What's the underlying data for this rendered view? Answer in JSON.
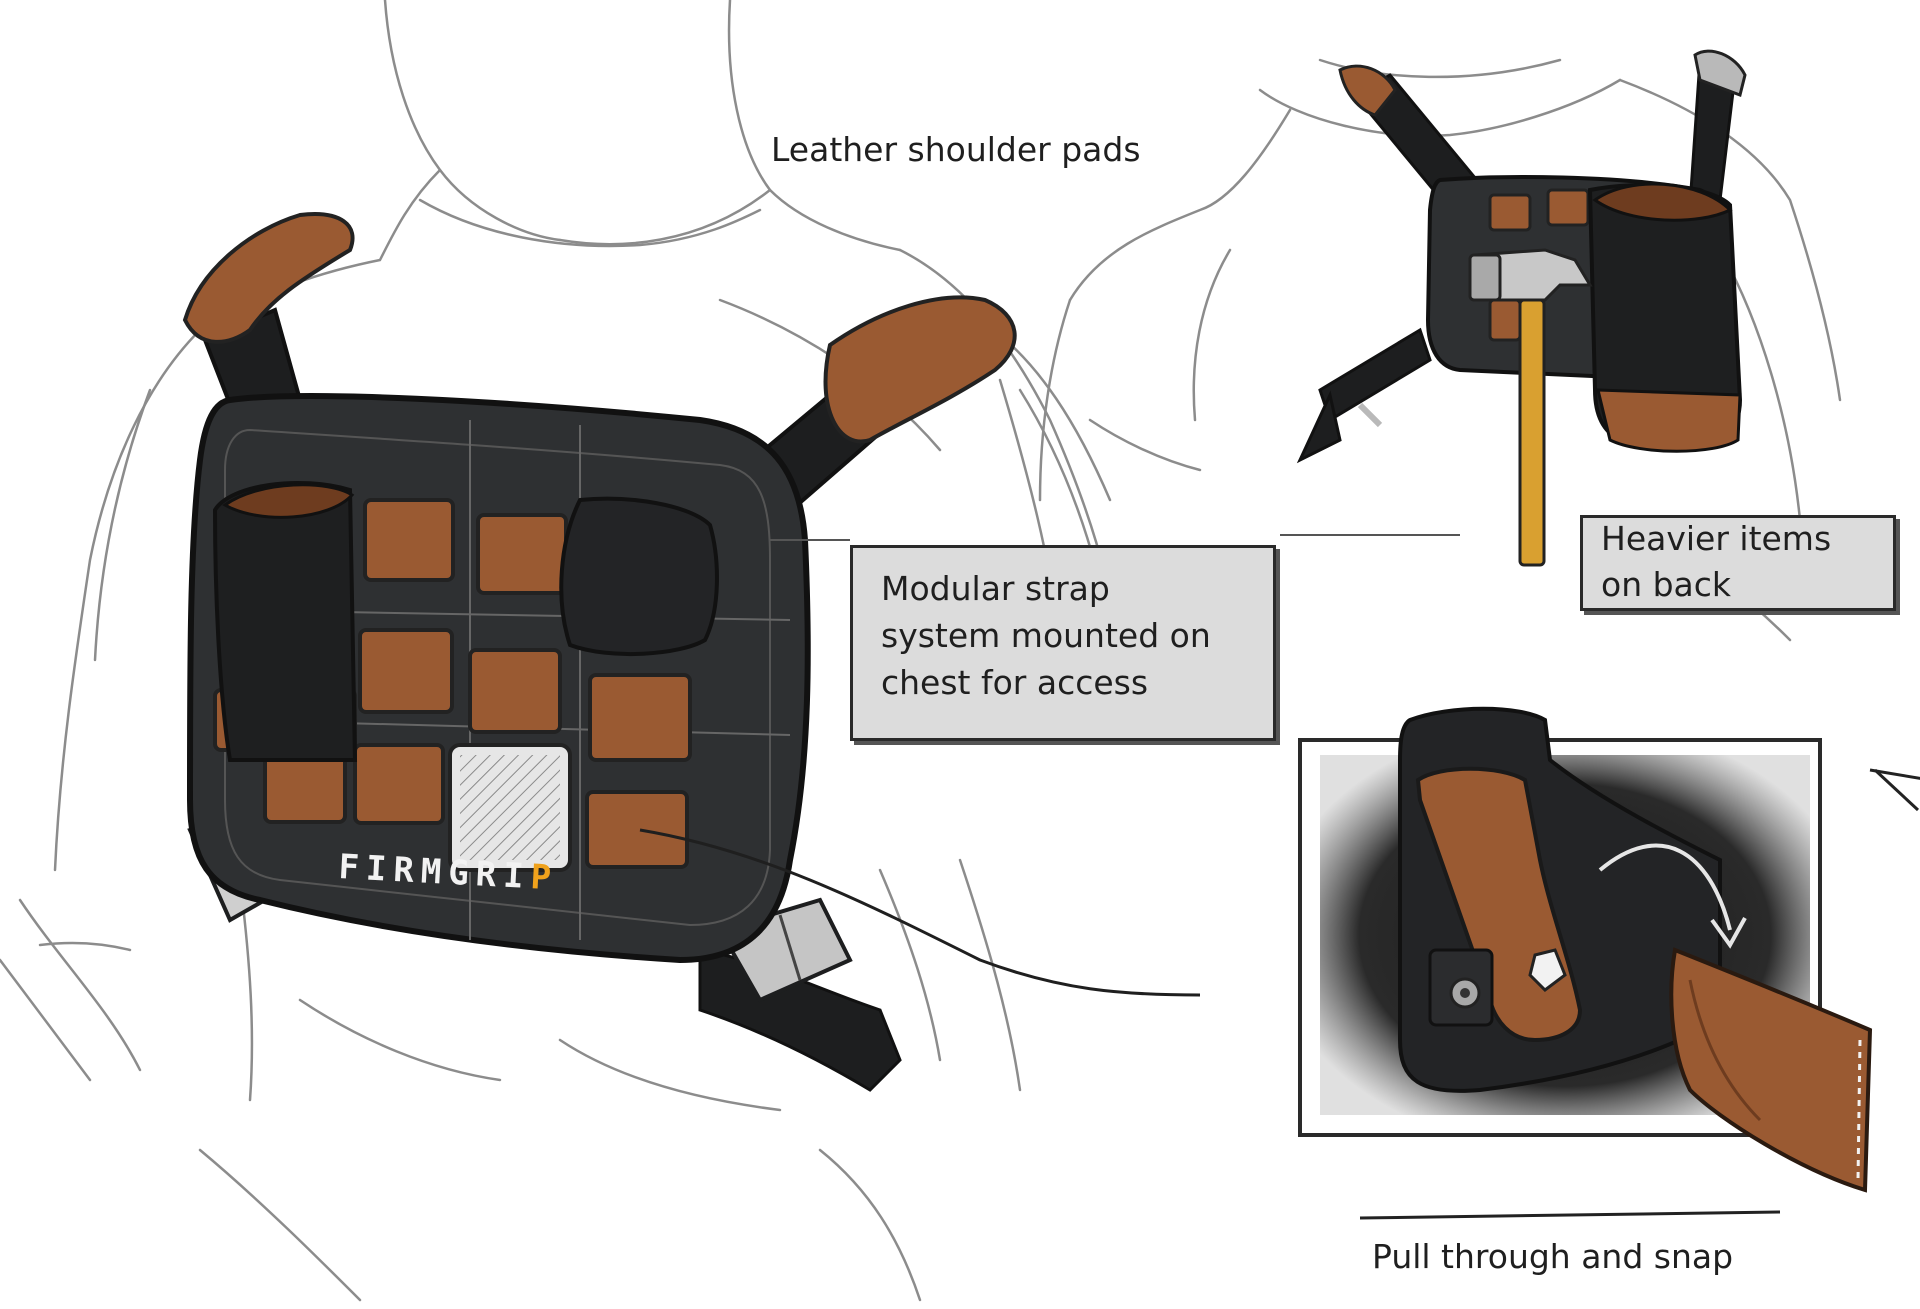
{
  "annotations": {
    "shoulder_pads": "Leather shoulder pads",
    "modular_line1": "Modular strap",
    "modular_line2": "system mounted on",
    "modular_line3": "chest for access",
    "heavier_line1": "Heavier items",
    "heavier_line2": "on back",
    "pull_through": "Pull through and snap"
  },
  "brand": {
    "name_main": "FIRMGRI",
    "name_accent": "P"
  },
  "colors": {
    "leather": "#9a5a32",
    "leather_dark": "#6e3c1f",
    "vest_body": "#2e3032",
    "strap": "#1d1e1f",
    "buckle": "#b9b9b9",
    "hammer_handle": "#d9a030",
    "accent": "#f0a21c",
    "callout_bg": "#dcdcdc",
    "sketch_line": "#8c8c8c"
  }
}
